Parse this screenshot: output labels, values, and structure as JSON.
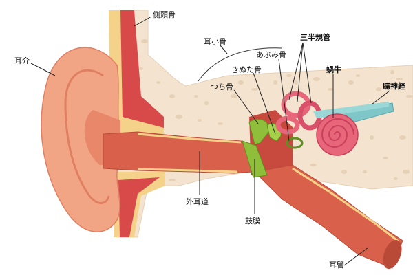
{
  "labels": {
    "temporal_bone": "側頭骨",
    "auricle": "耳介",
    "ossicles": "耳小骨",
    "stapes": "あぶみ骨",
    "incus": "きぬた骨",
    "malleus": "つち骨",
    "semicircular_canals": "三半規管",
    "cochlea": "蝸牛",
    "auditory_nerve": "聴神経",
    "external_canal": "外耳道",
    "eardrum": "鼓膜",
    "eustachian_tube": "耳管"
  },
  "colors": {
    "bone": "#f3e3cf",
    "bone_dots": "#e6d0b6",
    "skin": "#f2a584",
    "skin_dark": "#e07f62",
    "canal": "#d9604a",
    "muscle": "#d84a4a",
    "cartilage": "#f5d28a",
    "ossicle": "#8fbf3a",
    "inner_ear": "#e8667a",
    "nerve": "#7fc6c8"
  }
}
